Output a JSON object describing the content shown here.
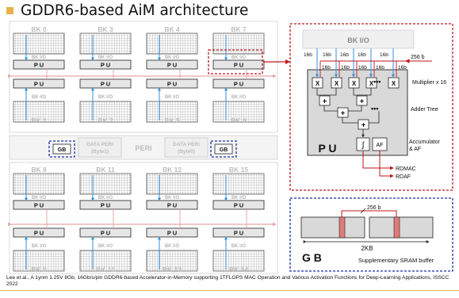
{
  "title": "GDDR6-based AiM architecture",
  "left": {
    "banks_top": [
      "BK 0",
      "BK 3",
      "BK 4",
      "BK 7"
    ],
    "banks_upper_bottom": [
      "BK 1",
      "BK 2",
      "BK 5",
      "BK 6"
    ],
    "banks_lower_top": [
      "BK 8",
      "BK 11",
      "BK 12",
      "BK 15"
    ],
    "banks_bottom": [
      "BK 9",
      "BK 10",
      "BK 13",
      "BK 14"
    ],
    "bk_io": "BK I/O",
    "pu": "P U",
    "peri": "PERI",
    "data_peri_byte1": [
      "DATA PERI",
      "(Byte1)"
    ],
    "data_peri_byte0": [
      "DATA PERI",
      "(Byte0)"
    ],
    "gb": "GB"
  },
  "pu_detail": {
    "bk_io": "BK I/O",
    "bus_width": "256 b",
    "lane_width": "16b",
    "mult": "X",
    "add": "+",
    "ellipsis": "•••",
    "integral": "∫",
    "af": "AF",
    "multiplier_label": "Multiplier x 16",
    "adder_label": "Adder Tree",
    "accum_label": [
      "Accumulator",
      "& AF"
    ],
    "pu_label": "P U",
    "outputs": [
      "RDMAC",
      "RDAF"
    ]
  },
  "gb_detail": {
    "bus_width": "256 b",
    "size": "2KB",
    "label": "G B",
    "caption": "Supplementary SRAM buffer"
  },
  "footer": "Lee et al., A 1ynm 1.25V 8Gb, 16Gb/s/pin GDDR6-based Accelerator-in-Memory supporting 1TFLOPS MAC Operation and Various Activation Functions for Deep-Learning Applications, ISSCC 2022",
  "colors": {
    "accent": "#e8b14a",
    "red_dash": "#c0141c",
    "blue_dash": "#1a2ea8",
    "arrow_blue": "#2f8fdc",
    "arrow_pink": "#e8a7a7",
    "pu_fill": "#d9d9d9"
  }
}
